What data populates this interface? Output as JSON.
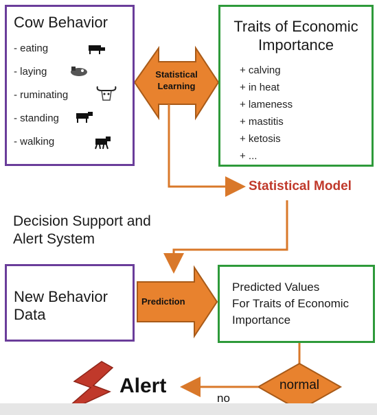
{
  "cow_behavior": {
    "title": "Cow Behavior",
    "items": [
      "- eating",
      "- laying",
      "- ruminating",
      "- standing",
      "- walking"
    ],
    "icons": [
      "cow-eating-icon",
      "cow-laying-icon",
      "cow-ruminating-icon",
      "cow-standing-icon",
      "cow-walking-icon"
    ]
  },
  "traits": {
    "title_line1": "Traits of Economic",
    "title_line2": "Importance",
    "items": [
      "+ calving",
      "+ in heat",
      "+ lameness",
      "+ mastitis",
      "+ ketosis",
      "+ ..."
    ]
  },
  "statistical_learning": {
    "line1": "Statistical",
    "line2": "Learning"
  },
  "statistical_model": "Statistical Model",
  "decision_support": {
    "line1": "Decision Support and",
    "line2": "Alert System"
  },
  "new_behavior": {
    "line1": "New Behavior",
    "line2": "Data"
  },
  "prediction": "Prediction",
  "predicted_values": {
    "line1": "Predicted Values",
    "line2": "For Traits of Economic",
    "line3": "Importance"
  },
  "normal": "normal",
  "no": "no",
  "alert": "Alert",
  "colors": {
    "orange": "#e67e22",
    "orange_dark": "#b85c12",
    "model_red": "#c0392b",
    "purple": "#6a3d9a",
    "green": "#2e9a3a",
    "alert_red": "#c0392b"
  }
}
